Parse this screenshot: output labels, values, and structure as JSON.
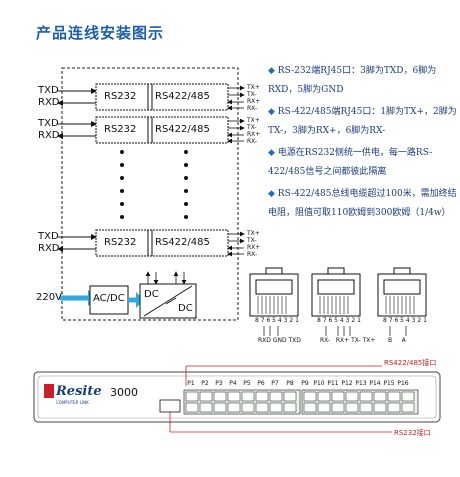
{
  "title": "产品连线安装图示",
  "notes": [
    "RS-232端RJ45口：3脚为TXD，6脚为RXD，5脚为GND",
    "RS-422/485端RJ45口：1脚为TX+，2脚为TX-，3脚为RX+，6脚为RX-",
    "电源在RS232侧统一供电，每一路RS-422/485信号之间都彼此隔离",
    "RS-422/485总线电缆超过100米，需加终结电阻，阻值可取110欧姆到300欧姆（1/4w）"
  ],
  "channel": {
    "txd": "TXD",
    "rxd": "RXD",
    "left_label": "RS232",
    "right_label": "RS422/485",
    "out_pins": [
      "TX+",
      "TX-",
      "RX+",
      "RX-"
    ]
  },
  "power": {
    "input": "220V",
    "acdc": "AC/DC",
    "dc_in": "DC",
    "dc_out": "DC"
  },
  "connectors": {
    "pin_numbers": "8 7 6 5 4 3 2 1",
    "rs232_labels": "RXD GND TXD",
    "rs422_labels": "RX-   RX+ TX- TX+",
    "rs485_labels": "B     A"
  },
  "device": {
    "brand": "Resite",
    "brand_sub": "COMPUTER LINK",
    "model": "3000",
    "ports": [
      "P1",
      "P2",
      "P3",
      "P4",
      "P5",
      "P6",
      "P7",
      "P8",
      "P9",
      "P10",
      "P11",
      "P12",
      "P13",
      "P14",
      "P15",
      "P16"
    ],
    "label_top": "RS422/485接口",
    "label_bottom": "RS232接口"
  }
}
